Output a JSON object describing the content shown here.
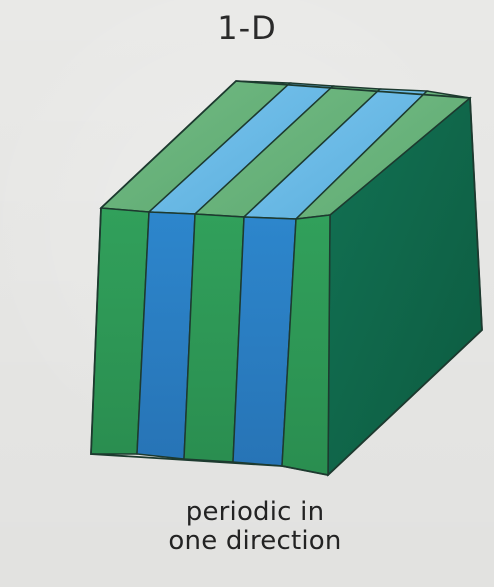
{
  "diagram": {
    "title": "1-D",
    "caption_line_1": "periodic in",
    "caption_line_2": "one direction"
  },
  "colors": {
    "background": "#e9e9e7",
    "green_front": "#2f9a57",
    "blue_front": "#2f7fc4",
    "green_top": "#63b27a",
    "blue_top": "#64b8ea",
    "right_face": "#0f6b49",
    "outline": "#1d3a2f"
  }
}
